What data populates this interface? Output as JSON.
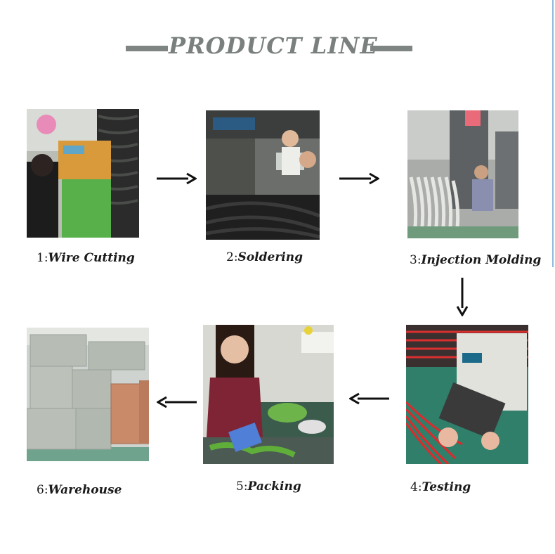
{
  "title": "PRODUCT LINE",
  "steps": [
    {
      "num": "1:",
      "name": "Wire Cutting",
      "icon": "wire-cutting-photo"
    },
    {
      "num": "2:",
      "name": "Soldering",
      "icon": "soldering-photo"
    },
    {
      "num": "3:",
      "name": "Injection Molding",
      "icon": "injection-molding-photo"
    },
    {
      "num": "4:",
      "name": "Testing",
      "icon": "testing-photo"
    },
    {
      "num": "5:",
      "name": "Packing",
      "icon": "packing-photo"
    },
    {
      "num": "6:",
      "name": "Warehouse",
      "icon": "warehouse-photo"
    }
  ],
  "colors": {
    "title": "#7a807d",
    "arrow": "#111111",
    "label": "#1a1a1a"
  }
}
